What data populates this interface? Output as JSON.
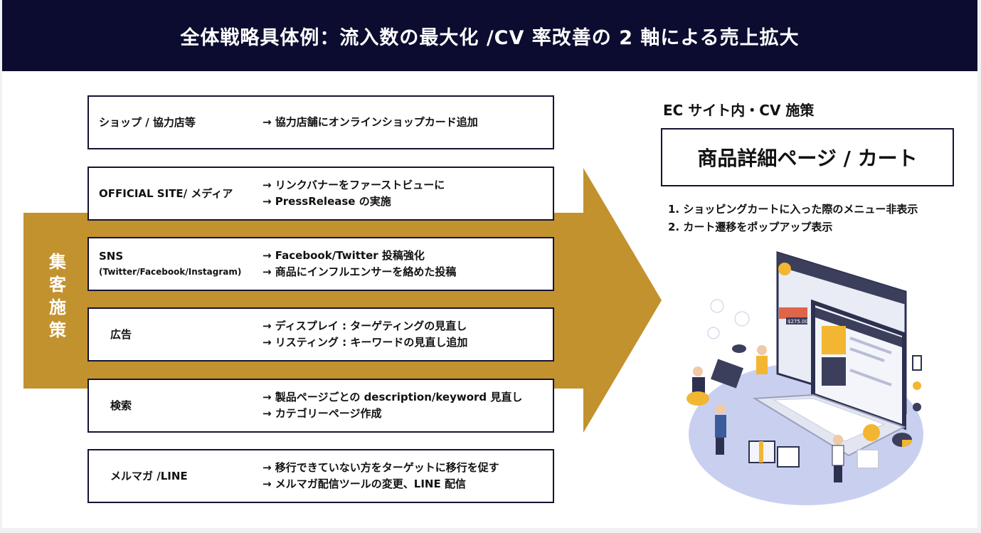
{
  "header": {
    "title": "全体戦略具体例：流入数の最大化 /CV 率改善の 2 軸による売上拡大"
  },
  "arrow": {
    "label_chars": [
      "集",
      "客",
      "施",
      "策"
    ],
    "color": "#c2922f"
  },
  "channels": [
    {
      "title": "ショップ / 協力店等",
      "sub": "",
      "lines": [
        "→ 協力店舗にオンラインショップカード追加"
      ]
    },
    {
      "title": "OFFICIAL SITE/ メディア",
      "sub": "",
      "lines": [
        "→ リンクバナーをファーストビューに",
        "→ PressRelease の実施"
      ]
    },
    {
      "title": "SNS",
      "sub": "(Twitter/Facebook/Instagram)",
      "lines": [
        "→ Facebook/Twitter 投稿強化",
        "→ 商品にインフルエンサーを絡めた投稿"
      ]
    },
    {
      "title": "広告",
      "sub": "",
      "lines": [
        "→ ディスプレイ : ターゲティングの見直し",
        "→ リスティング : キーワードの見直し追加"
      ]
    },
    {
      "title": "検索",
      "sub": "",
      "lines": [
        "→ 製品ページごとの description/keyword 見直し",
        "→ カテゴリーページ作成"
      ]
    },
    {
      "title": "メルマガ /LINE",
      "sub": "",
      "lines": [
        "→ 移行できていない方をターゲットに移行を促す",
        "→ メルマガ配信ツールの変更、LINE 配信"
      ]
    }
  ],
  "ec": {
    "heading": "EC サイト内・CV 施策",
    "box_title": "商品詳細ページ / カート",
    "measures": [
      "1.  ショッピングカートに入った際のメニュー非表示",
      "2.  カート遷移をポップアップ表示"
    ],
    "illustration_price": "$275.00"
  },
  "colors": {
    "navy": "#0b0c2f",
    "gold": "#c2922f",
    "lavender": "#c9d0ef",
    "accent_yellow": "#f2b632"
  }
}
